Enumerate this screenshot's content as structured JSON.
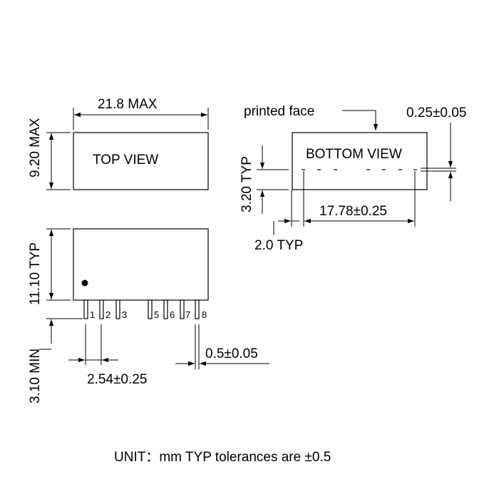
{
  "top_view": {
    "title": "TOP VIEW",
    "width_label": "21.8 MAX",
    "height_label": "9.20 MAX"
  },
  "bottom_view": {
    "title": "BOTTOM VIEW",
    "printed_face_label": "printed face",
    "pin_height_label": "0.25±0.05",
    "spacing_label": "3.20 TYP",
    "span_label": "17.78±0.25",
    "offset_label": "2.0 TYP"
  },
  "side_view": {
    "body_height_label": "11.10 TYP",
    "pin_length_label": "3.10 MIN",
    "pin_pitch_label": "2.54±0.25",
    "pin_width_label": "0.5±0.05",
    "pin_numbers": [
      "1",
      "2",
      "3",
      "5",
      "6",
      "7",
      "8"
    ]
  },
  "footer": {
    "note": "UNIT：mm TYP tolerances are ±0.5"
  }
}
